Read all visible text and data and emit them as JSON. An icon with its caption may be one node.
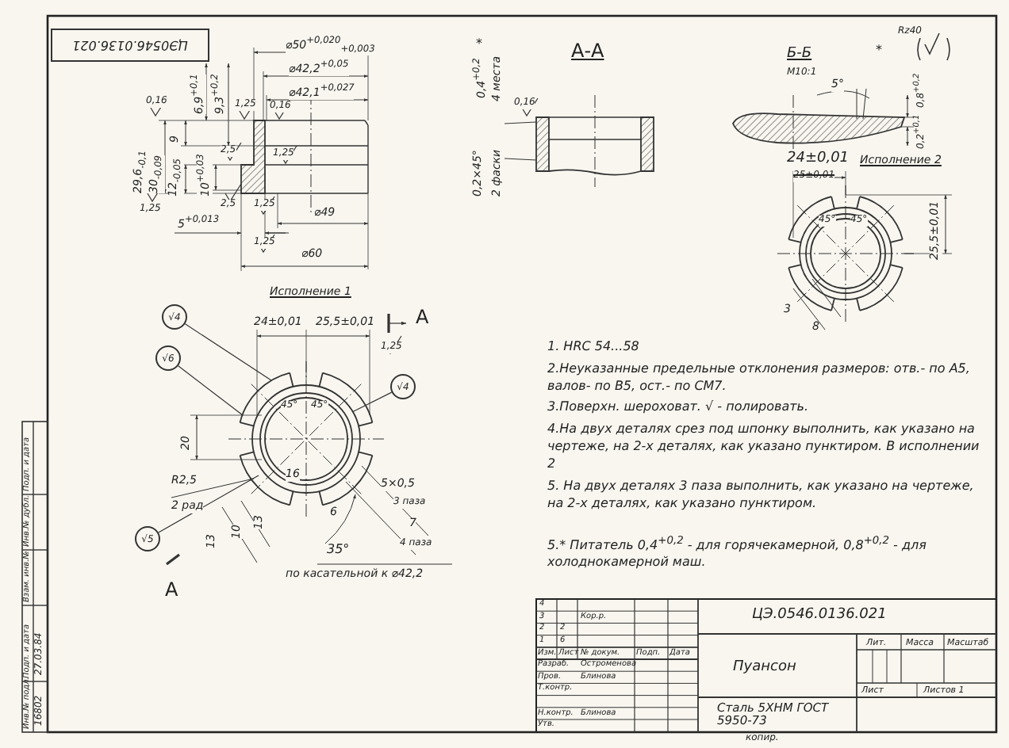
{
  "diagram": {
    "nodes": [
      {
        "text": [
          "ЦЭ0546.0136.021"
        ]
      },
      {
        "text": [
          "√4"
        ]
      },
      {
        "text": [
          "√6"
        ]
      },
      {
        "text": [
          "√4"
        ]
      },
      {
        "text": [
          "√5"
        ]
      }
    ],
    "edges": [
      {
        "from": 1,
        "to": null,
        "arrow": "none"
      },
      {
        "from": 2,
        "to": null,
        "arrow": "none"
      },
      {
        "from": 3,
        "to": null,
        "arrow": "none"
      },
      {
        "from": 4,
        "to": null,
        "arrow": "none"
      }
    ],
    "labels": [
      "⌀50$^{+0,020}$$_{+0,003}$",
      "⌀42,2$^{+0,05}$",
      "⌀42,1$^{+0,027}$",
      "6,9$^{+0,1}$",
      "9,3$^{+0,2}$",
      "9",
      "29,6$_{-0,1}$",
      "30$_{-0,09}$",
      "12$_{-0,05}$",
      "10$^{+0,03}$",
      "0,16",
      "1,25",
      "2,5",
      "2,5",
      "1,25",
      "0,16",
      "1,25",
      "1,25",
      "5$^{+0,013}$",
      "⌀49",
      "1,25",
      "⌀60",
      "0,4$^{+0,2}$",
      "*",
      "4 места",
      "0,2×45°",
      "2 фаски",
      "0,16",
      "А-А",
      "Б-Б",
      "М10:1",
      "5°",
      "Rz40",
      "*",
      "0,8$^{+0,2}$",
      "0,2$^{+0,1}$",
      "24±0,01",
      "25±0,01",
      "Исполнение 2",
      "45°",
      "45°",
      "25,5±0,01",
      "3",
      "8",
      "Исполнение 1",
      "24±0,01",
      "25,5±0,01",
      "А",
      "1,25",
      "45°",
      "45°",
      "20",
      "16",
      "R2,5",
      "2 рад",
      "13",
      "10",
      "13",
      "5×0,5",
      "3 паза",
      "7",
      "4 паза",
      "6",
      "35°",
      "по касательной к ⌀42,2",
      "А",
      "1. HRC 54...58",
      "2.Неуказанные предельные отклонения размеров: отв.- по А5, валов- по В5, ост.- по СМ7.",
      "3.Поверхн. шероховат. √ - полировать.",
      "4.На двух деталях срез под шпонку выполнить, как указано на чертеже, на 2-х деталях, как указано пунктиром. В исполнении 2",
      "5. На двух деталях 3 паза выполнить, как указано на чертеже, на 2-х деталях, как указано пунктиром.",
      "5.* Питатель 0,4$^{+0,2}$ - для горячекамерной, 0,8$^{+0,2}$ - для холоднокамерной маш.",
      "ЦЭ.0546.0136.021",
      "Лит.",
      "Масса",
      "Масштаб",
      "Пуансон",
      "Лист",
      "Листов 1",
      "Сталь 5ХНМ ГОСТ 5950-73",
      "4",
      "3",
      "Кор.р.",
      "2",
      "2",
      "1",
      "6",
      "Изм.",
      "Лист",
      "№ докум.",
      "Подп.",
      "Дата",
      "Разраб.",
      "Остроменова",
      "Пров.",
      "Блинова",
      "Т.контр.",
      "Н.контр.",
      "Блинова",
      "Утв.",
      "копир.",
      "Инв.№ подл.",
      "Подп. и дата",
      "Взам. инв.№",
      "Инв.№ дубл.",
      "Подп. и дата",
      "16802",
      "27.03.84"
    ]
  }
}
